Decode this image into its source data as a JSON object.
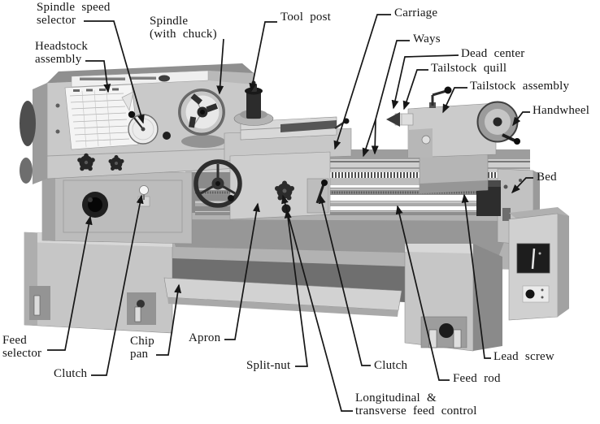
{
  "figure": {
    "subject": "Engine lathe - labeled parts diagram",
    "background_color": "#ffffff",
    "text_color": "#151515",
    "leader_line_color": "#161616",
    "palette": {
      "body_light": "#c9c9c9",
      "body_mid": "#a8a8a8",
      "body_dark": "#2c2c2c",
      "plate_white": "#f2f2f2"
    }
  },
  "labels": {
    "spindle_speed_selector": {
      "text": "Spindle speed\nselector"
    },
    "headstock_assembly": {
      "text": "Headstock\nassembly"
    },
    "spindle_with_chuck": {
      "text": "Spindle\n(with chuck)"
    },
    "tool_post": {
      "text": "Tool post"
    },
    "carriage": {
      "text": "Carriage"
    },
    "ways": {
      "text": "Ways"
    },
    "dead_center": {
      "text": "Dead center"
    },
    "tailstock_quill": {
      "text": "Tailstock quill"
    },
    "tailstock_assembly": {
      "text": "Tailstock assembly"
    },
    "handwheel": {
      "text": "Handwheel"
    },
    "bed": {
      "text": "Bed"
    },
    "feed_selector": {
      "text": "Feed\nselector"
    },
    "clutch_left": {
      "text": "Clutch"
    },
    "chip_pan": {
      "text": "Chip\npan"
    },
    "apron": {
      "text": "Apron"
    },
    "split_nut": {
      "text": "Split-nut"
    },
    "longitudinal_transverse_feed_control": {
      "text": "Longitudinal &\ntransverse feed control"
    },
    "clutch_right": {
      "text": "Clutch"
    },
    "feed_rod": {
      "text": "Feed rod"
    },
    "lead_screw": {
      "text": "Lead screw"
    }
  }
}
